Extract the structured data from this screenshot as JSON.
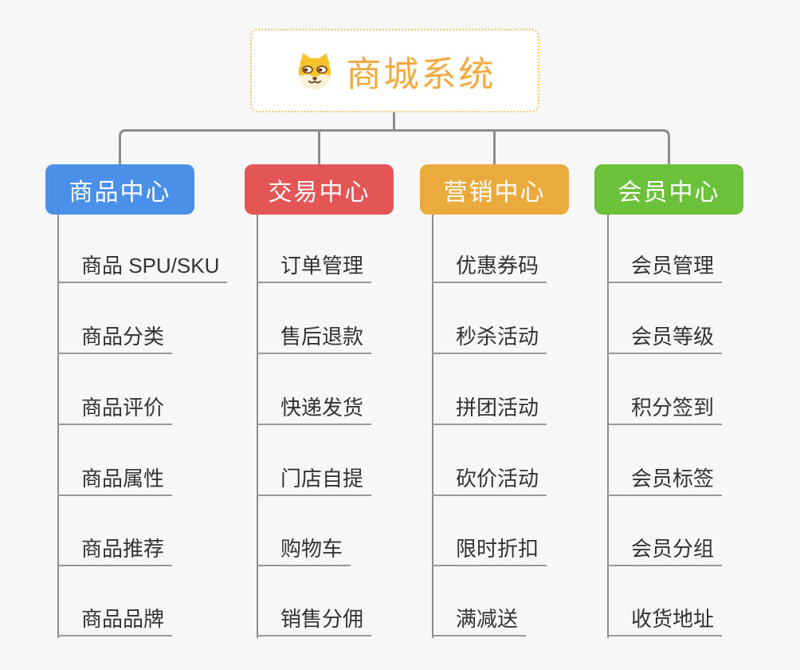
{
  "root": {
    "title": "商城系统",
    "icon": "shiba-dog-icon"
  },
  "branches": [
    {
      "label": "商品中心",
      "color": "#4a90e8",
      "items": [
        "商品 SPU/SKU",
        "商品分类",
        "商品评价",
        "商品属性",
        "商品推荐",
        "商品品牌"
      ]
    },
    {
      "label": "交易中心",
      "color": "#e45656",
      "items": [
        "订单管理",
        "售后退款",
        "快递发货",
        "门店自提",
        "购物车",
        "销售分佣"
      ]
    },
    {
      "label": "营销中心",
      "color": "#ebaa3e",
      "items": [
        "优惠券码",
        "秒杀活动",
        "拼团活动",
        "砍价活动",
        "限时折扣",
        "满减送"
      ]
    },
    {
      "label": "会员中心",
      "color": "#6bc13a",
      "items": [
        "会员管理",
        "会员等级",
        "积分签到",
        "会员标签",
        "会员分组",
        "收货地址"
      ]
    }
  ],
  "theme": {
    "background": "#f7f7f7",
    "connector_line": "#8d8d8d",
    "item_underline": "#999999",
    "item_text": "#333333",
    "root_border": "#f4c46a",
    "root_title_color": "#f2a93d"
  }
}
